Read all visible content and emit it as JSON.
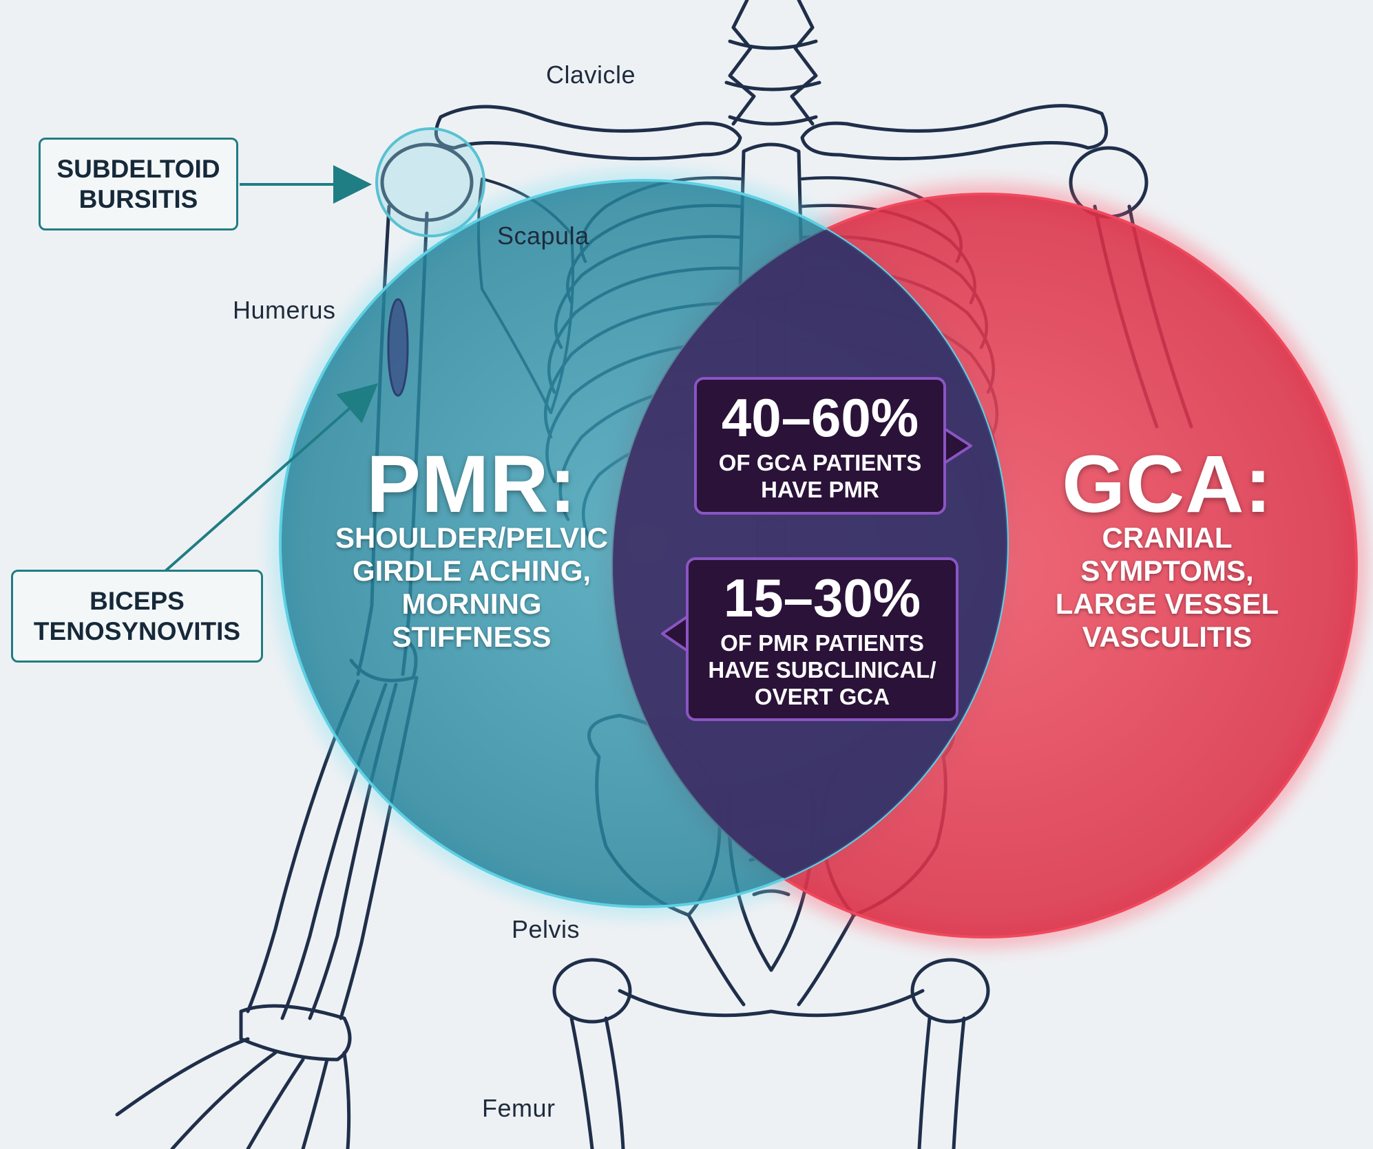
{
  "anatomy_labels": {
    "clavicle": "Clavicle",
    "scapula": "Scapula",
    "humerus": "Humerus",
    "pelvis": "Pelvis",
    "femur": "Femur"
  },
  "callouts": {
    "subdeltoid": [
      "SUBDELTOID",
      "BURSITIS"
    ],
    "biceps": [
      "BICEPS",
      "TENOSYNOVITIS"
    ]
  },
  "pmr": {
    "title": "PMR:",
    "lines": [
      "SHOULDER/PELVIC",
      "GIRDLE ACHING,",
      "MORNING",
      "STIFFNESS"
    ]
  },
  "gca": {
    "title": "GCA:",
    "lines": [
      "CRANIAL",
      "SYMPTOMS,",
      "LARGE VESSEL",
      "VASCULITIS"
    ]
  },
  "overlap": {
    "stat1": {
      "percent": "40–60%",
      "lines": [
        "OF GCA PATIENTS",
        "HAVE PMR"
      ]
    },
    "stat2": {
      "percent": "15–30%",
      "lines": [
        "OF PMR PATIENTS",
        "HAVE SUBCLINICAL/",
        "OVERT GCA"
      ]
    }
  },
  "colors": {
    "background": "#eef1f4",
    "pmr_circle": "#2a8fa6",
    "gca_circle": "#e23549",
    "overlap_box": "#2a1238",
    "overlap_border": "#8b55c4",
    "skeleton_line": "#1f2f4a",
    "callout_border": "#1f7d84"
  }
}
